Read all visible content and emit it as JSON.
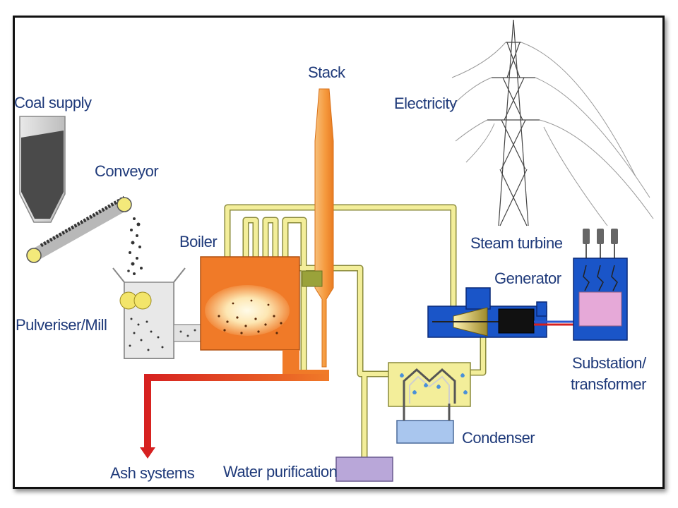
{
  "labels": {
    "coal_supply": "Coal supply",
    "conveyor": "Conveyor",
    "boiler": "Boiler",
    "stack": "Stack",
    "electricity": "Electricity",
    "steam_turbine": "Steam turbine",
    "generator": "Generator",
    "pulveriser_mill": "Pulveriser/Mill",
    "substation_line1": "Substation/",
    "substation_line2": "transformer",
    "condenser": "Condenser",
    "ash_systems": "Ash systems",
    "water_purification": "Water purification"
  },
  "colors": {
    "label_text": "#1f3a7a",
    "pipe_yellow": "#f3ee9a",
    "pipe_outline": "#8a8a3a",
    "boiler_orange": "#f07a28",
    "stack_orange": "#f4a052",
    "ash_red": "#d62020",
    "turbine_blue": "#1a55c8",
    "substation_pink": "#e6a9d8",
    "water_purple": "#b9a7d9",
    "condenser_blue": "#a9c6ee"
  }
}
